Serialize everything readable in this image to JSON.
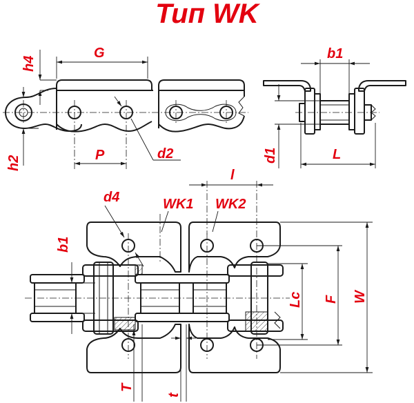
{
  "title": "Тип WK",
  "labels": {
    "h4": "h4",
    "G": "G",
    "h2": "h2",
    "P": "P",
    "d2": "d2",
    "b1_top": "b1",
    "d1": "d1",
    "L": "L",
    "l": "l",
    "d4": "d4",
    "WK1": "WK1",
    "WK2": "WK2",
    "b1_bottom": "b1",
    "Lc": "Lc",
    "F": "F",
    "W": "W",
    "T": "T",
    "t": "t"
  },
  "colors": {
    "label": "#e3000f",
    "line": "#1a1a1a"
  }
}
